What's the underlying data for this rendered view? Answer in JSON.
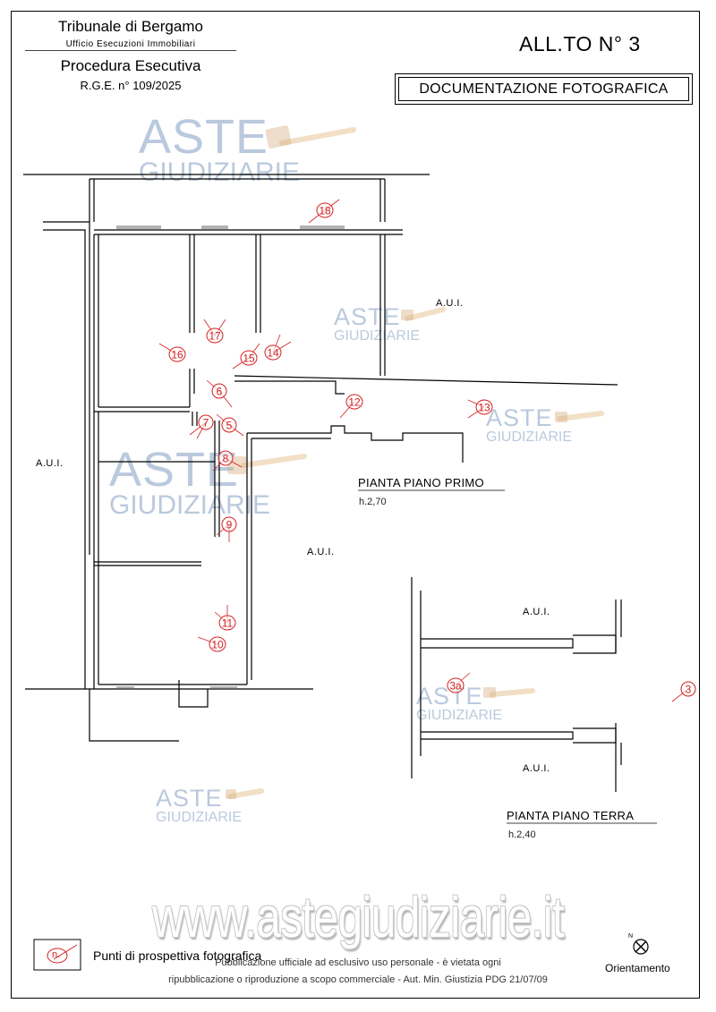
{
  "header": {
    "court": "Tribunale di Bergamo",
    "office": "Ufficio Esecuzioni Immobiliari",
    "procedure": "Procedura Esecutiva",
    "rge": "R.G.E. n° 109/2025",
    "attachment": "ALL.TO N° 3",
    "doc_title": "DOCUMENTAZIONE FOTOGRAFICA"
  },
  "plans": {
    "first_floor": {
      "title": "PIANTA PIANO PRIMO",
      "height": "h.2,70"
    },
    "ground_floor": {
      "title": "PIANTA PIANO TERRA",
      "height": "h.2,40"
    }
  },
  "aui_label": "A.U.I.",
  "photo_points": [
    "18",
    "17",
    "16",
    "15",
    "14",
    "6",
    "12",
    "13",
    "7",
    "5",
    "8",
    "9",
    "11",
    "10",
    "3a",
    "3"
  ],
  "legend": {
    "symbol": "n.",
    "label": "Punti di prospettiva fotografica"
  },
  "orientation": {
    "label": "Orientamento",
    "north": "N"
  },
  "watermark": {
    "line1": "ASTE",
    "line2": "GIUDIZIARIE",
    "site": "www.astegiudiziarie.it"
  },
  "disclaimer": {
    "line1": "Pubblicazione ufficiale ad esclusivo uso personale - è vietata ogni",
    "line2": "ripubblicazione o riproduzione a scopo commerciale - Aut. Min. Giustizia PDG 21/07/09"
  },
  "colors": {
    "marker": "#d42020",
    "watermark": "#9db3d0",
    "line": "#000000"
  }
}
